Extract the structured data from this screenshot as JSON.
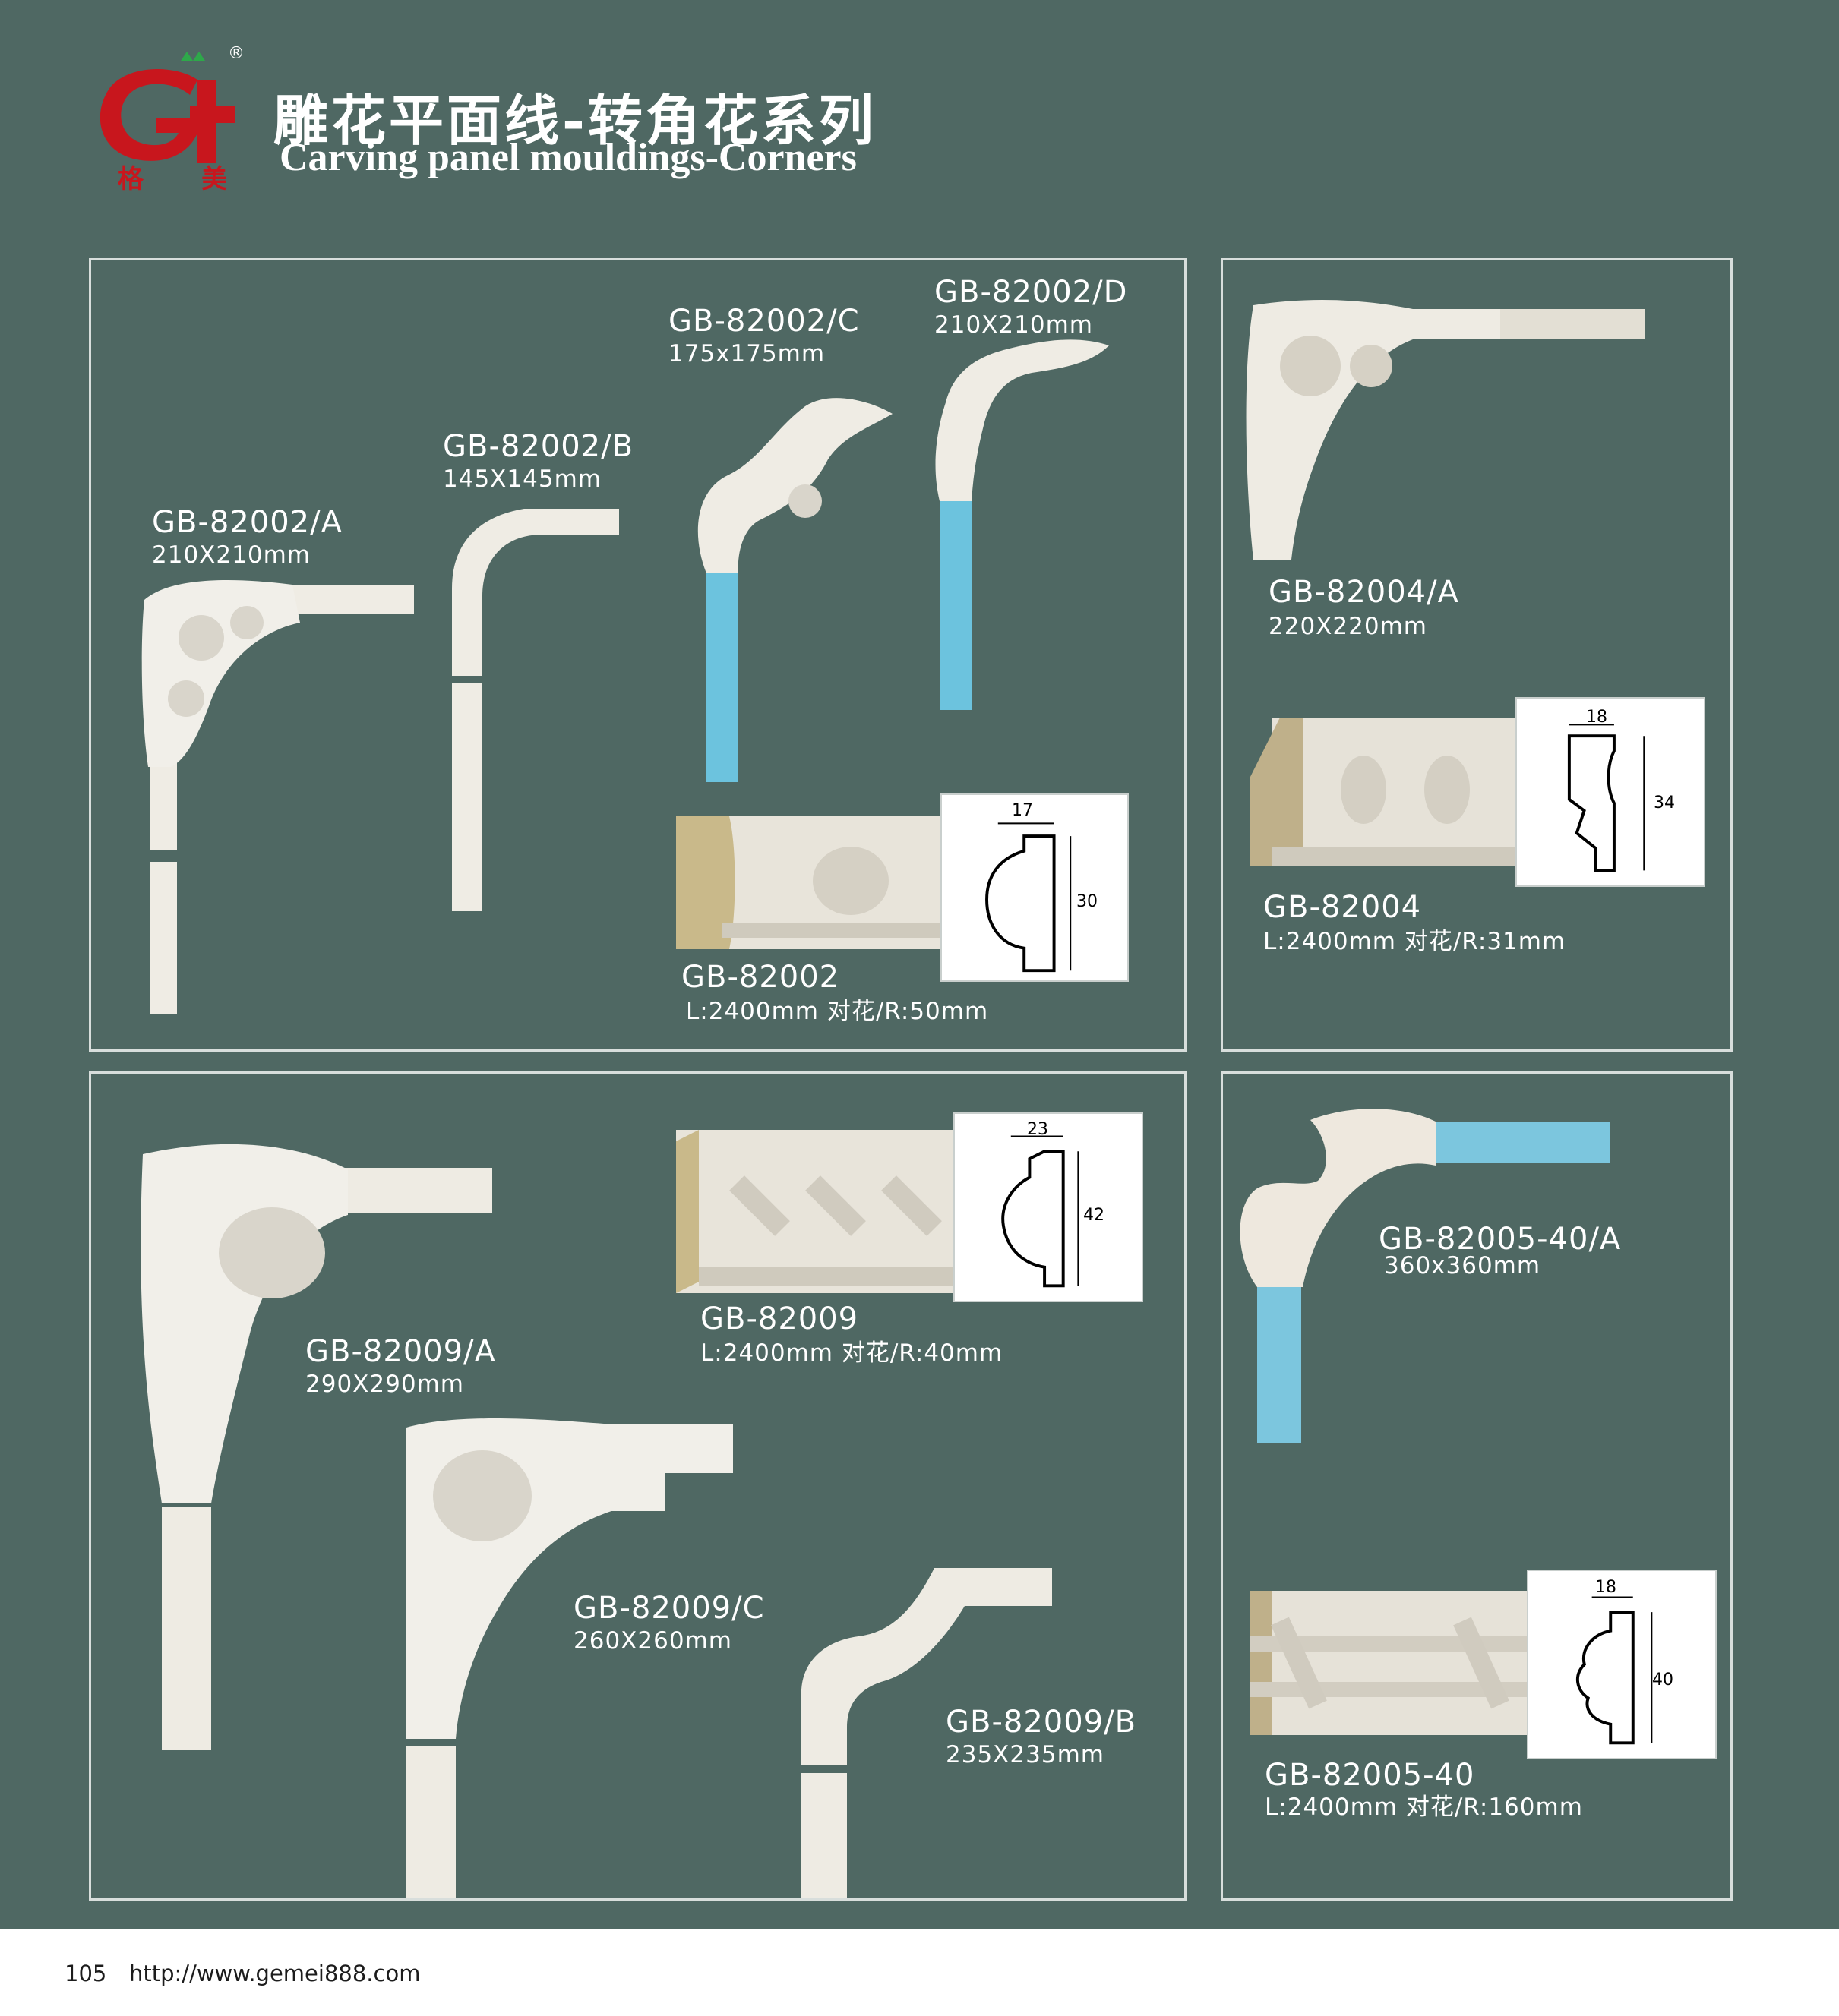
{
  "brand": {
    "logo_letters": "G",
    "logo_subtitle_left": "格",
    "logo_subtitle_right": "美",
    "registered_mark": "®",
    "logo_red": "#c8161d",
    "logo_green": "#2ea84a"
  },
  "header": {
    "title_cn": "雕花平面线-转角花系列",
    "title_en": "Carving panel mouldings-Corners"
  },
  "colors": {
    "background": "#4f6863",
    "frame": "#d8dedc",
    "plaster": "#efece4",
    "accent_blue": "#6cc3de"
  },
  "panel1": {
    "items": [
      {
        "code": "GB-82002/A",
        "size": "210X210mm"
      },
      {
        "code": "GB-82002/B",
        "size": "145X145mm"
      },
      {
        "code": "GB-82002/C",
        "size": "175x175mm"
      },
      {
        "code": "GB-82002/D",
        "size": "210X210mm"
      }
    ],
    "moulding": {
      "code": "GB-82002",
      "spec": "L:2400mm  对花/R:50mm",
      "width": "17",
      "height": "30"
    }
  },
  "panel2": {
    "items": [
      {
        "code": "GB-82004/A",
        "size": "220X220mm"
      }
    ],
    "moulding": {
      "code": "GB-82004",
      "spec": "L:2400mm  对花/R:31mm",
      "width": "18",
      "height": "34"
    }
  },
  "panel3": {
    "items": [
      {
        "code": "GB-82009/A",
        "size": "290X290mm"
      },
      {
        "code": "GB-82009/C",
        "size": "260X260mm"
      },
      {
        "code": "GB-82009/B",
        "size": "235X235mm"
      }
    ],
    "moulding": {
      "code": "GB-82009",
      "spec": "L:2400mm 对花/R:40mm",
      "width": "23",
      "height": "42"
    }
  },
  "panel4": {
    "items": [
      {
        "code": "GB-82005-40/A",
        "size": "360x360mm"
      }
    ],
    "moulding": {
      "code": "GB-82005-40",
      "spec": "L:2400mm  对花/R:160mm",
      "width": "18",
      "height": "40"
    }
  },
  "footer": {
    "page_number": "105",
    "url": "http://www.gemei888.com"
  }
}
